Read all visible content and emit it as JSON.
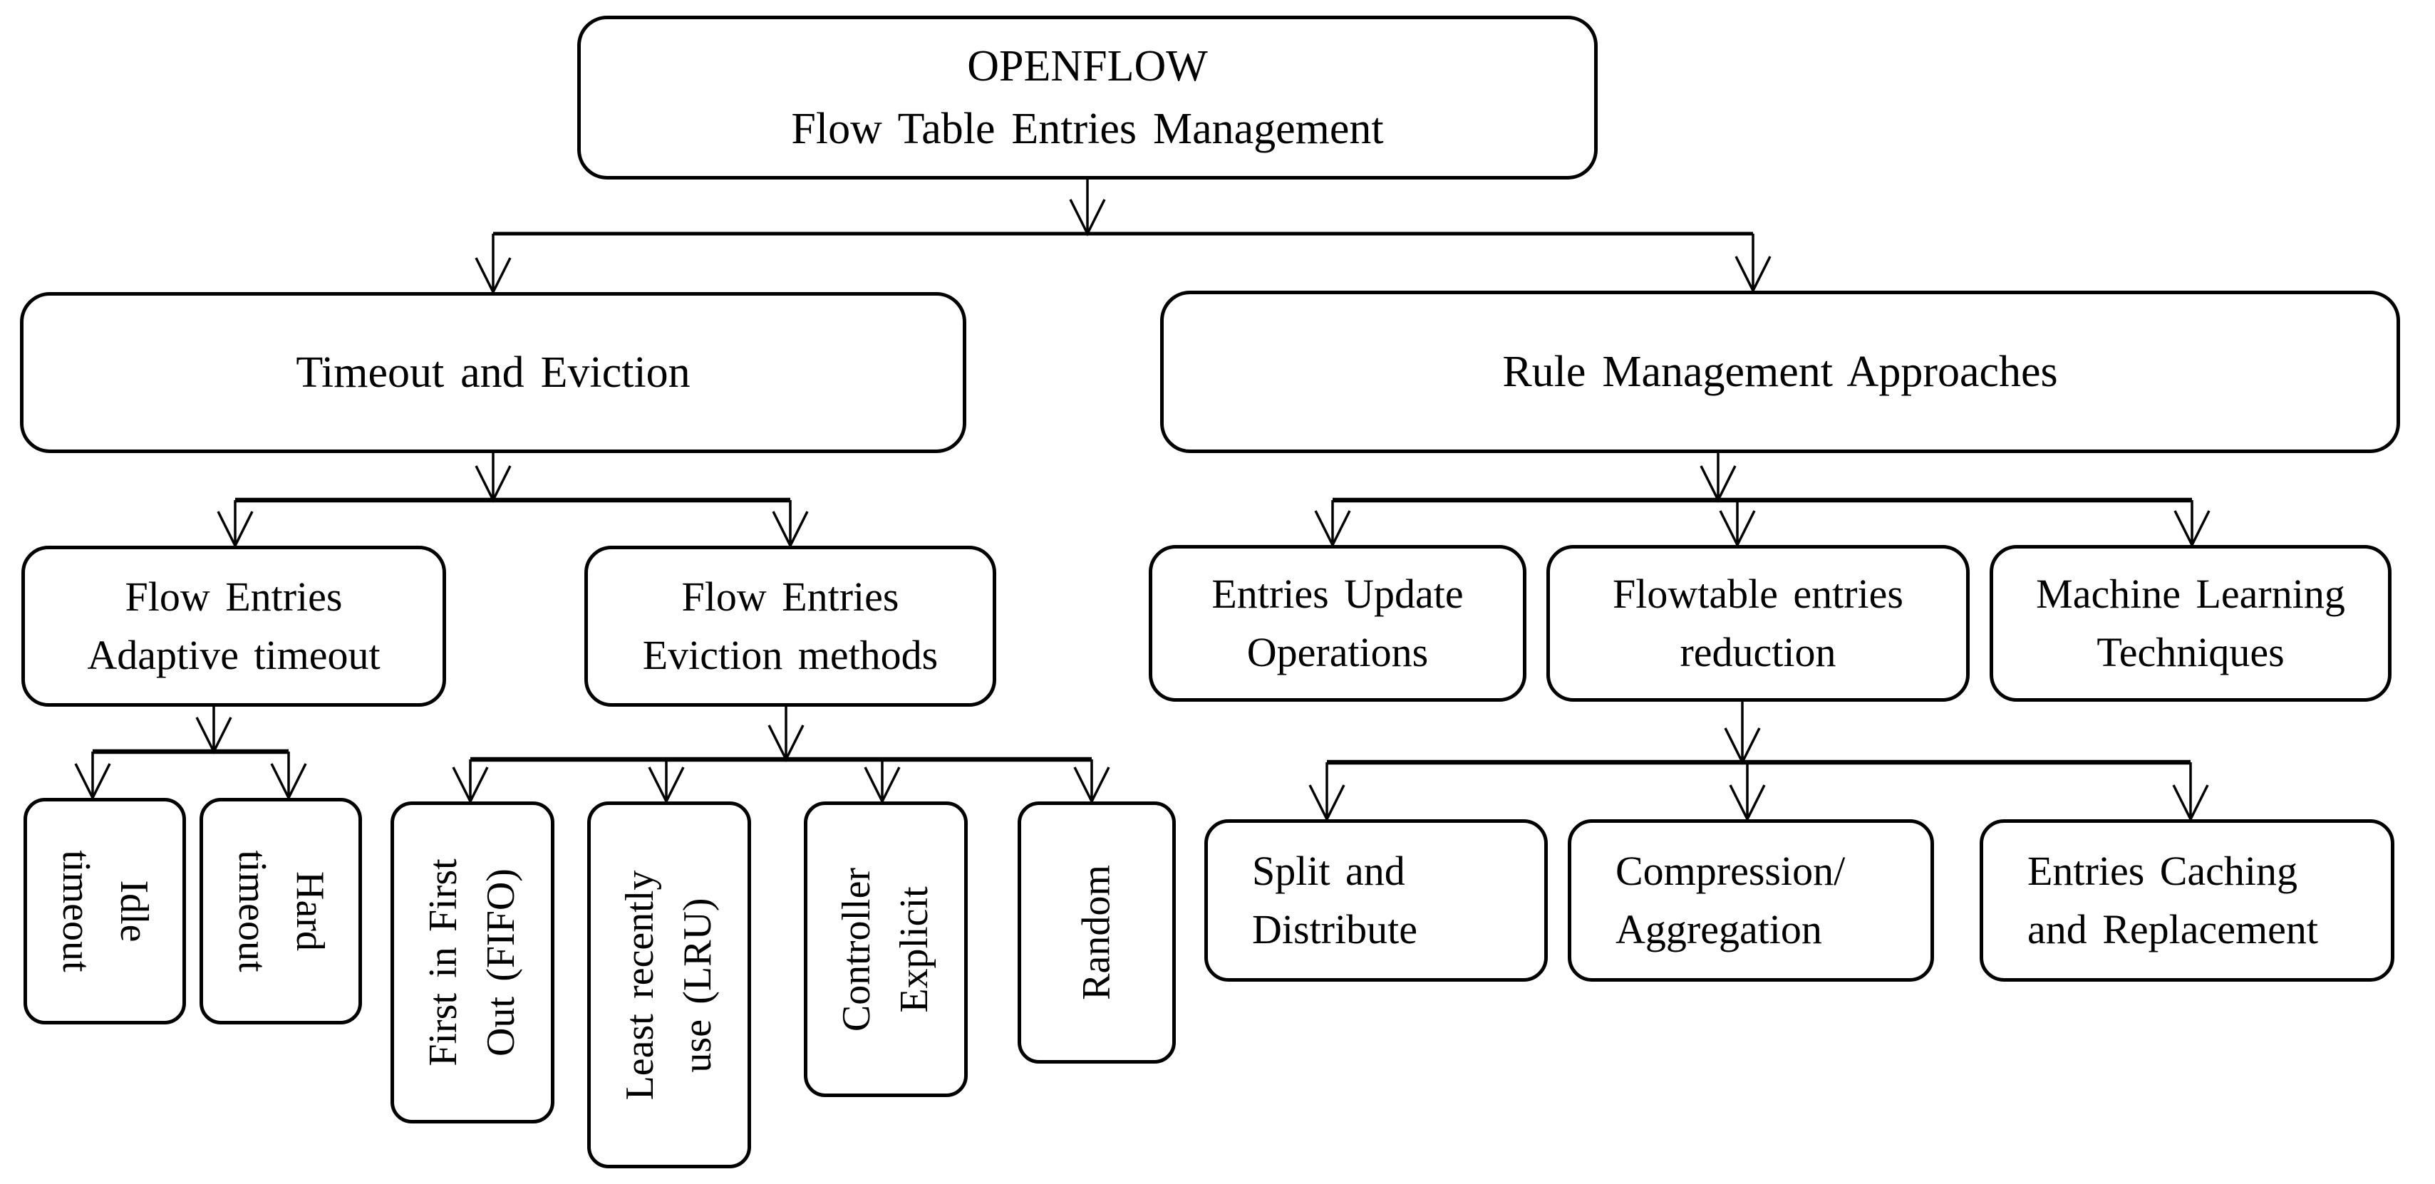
{
  "diagram_title": "OPENFLOW Flow Table Entries Management",
  "colors": {
    "ink": "#000000",
    "paper": "#ffffff"
  },
  "nodes": {
    "root": {
      "line1": "OPENFLOW",
      "line2": "Flow Table Entries Management"
    },
    "timeout": {
      "line1": "Timeout and Eviction"
    },
    "rulemgmt": {
      "line1": "Rule Management Approaches"
    },
    "adaptive": {
      "line1": "Flow Entries",
      "line2": "Adaptive timeout"
    },
    "evictionm": {
      "line1": "Flow Entries",
      "line2": "Eviction methods"
    },
    "update": {
      "line1": "Entries Update",
      "line2": "Operations"
    },
    "reduction": {
      "line1": "Flowtable entries",
      "line2": "reduction"
    },
    "ml": {
      "line1": "Machine Learning",
      "line2": "Techniques"
    },
    "idle": {
      "line1": "Idle",
      "line2": "timeout"
    },
    "hard": {
      "line1": "Hard",
      "line2": "timeout"
    },
    "fifo": {
      "line1": "First in First",
      "line2": "Out (FIFO)"
    },
    "lru": {
      "line1": "Least recently",
      "line2": "use (LRU)"
    },
    "controller": {
      "line1": "Controller",
      "line2": "Explicit"
    },
    "random": {
      "line1": "Random"
    },
    "split": {
      "line1": "Split and",
      "line2": "Distribute"
    },
    "compression": {
      "line1": "Compression/",
      "line2": "Aggregation"
    },
    "caching": {
      "line1": "Entries Caching",
      "line2": "and Replacement"
    }
  }
}
